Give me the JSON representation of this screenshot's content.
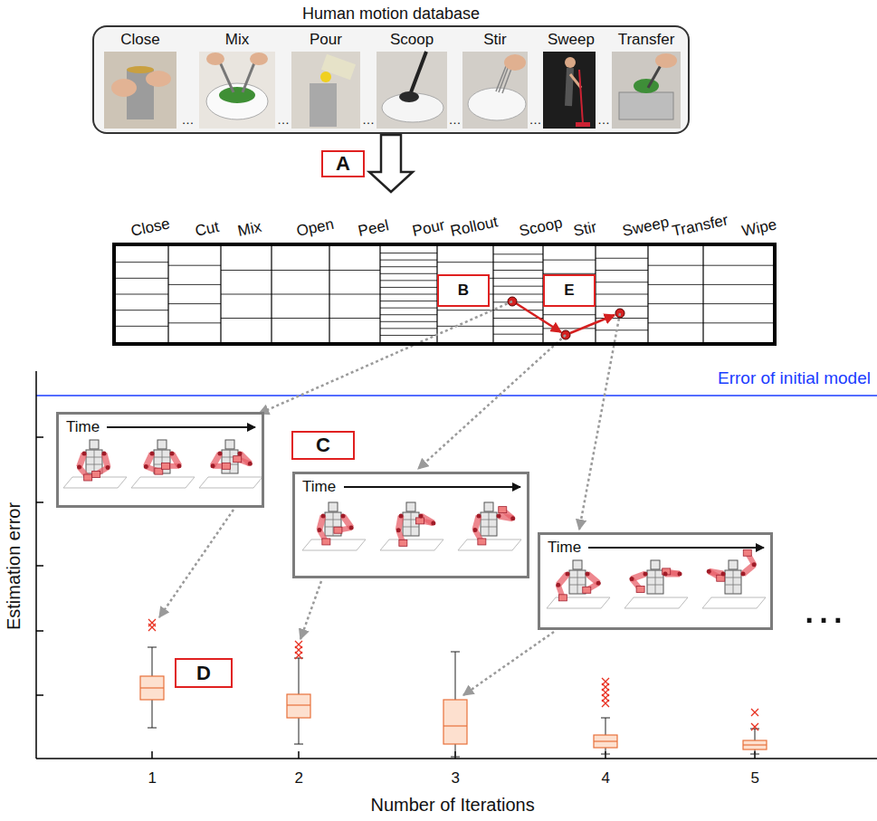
{
  "diagram": {
    "nodes": [
      {
        "text": [
          "Human motion database"
        ]
      },
      {
        "text": [
          "Close"
        ],
        "in": 0
      },
      {
        "text": [
          "Mix"
        ],
        "in": 0
      },
      {
        "text": [
          "Pour"
        ],
        "in": 0
      },
      {
        "text": [
          "Scoop"
        ],
        "in": 0
      },
      {
        "text": [
          "Stir"
        ],
        "in": 0
      },
      {
        "text": [
          "Sweep"
        ],
        "in": 0
      },
      {
        "text": [
          "Transfer"
        ],
        "in": 0
      },
      {
        "text": [
          "A"
        ]
      },
      {
        "text": [
          "Close",
          "Cut",
          "Mix",
          "Open",
          "Peel",
          "Pour",
          "Rollout",
          "Scoop",
          "Stir",
          "Sweep",
          "Transfer",
          "Wipe"
        ]
      },
      {
        "text": [
          "B"
        ],
        "in": 9
      },
      {
        "text": [
          "E"
        ],
        "in": 9
      },
      {
        "text": [
          "Time"
        ]
      },
      {
        "text": [
          "C"
        ]
      },
      {
        "text": [
          "Time"
        ]
      },
      {
        "text": [
          "Time"
        ]
      },
      {
        "text": [
          "D"
        ]
      }
    ],
    "edges": [
      {
        "from": 0,
        "to": 9,
        "arrow": "to"
      }
    ],
    "labels": [
      "…",
      "…",
      "…",
      "…",
      "…",
      "…",
      "Error of initial model",
      "Estimation error",
      "1",
      "2",
      "3",
      "4",
      "5",
      "Number of Iterations",
      "…"
    ]
  }
}
